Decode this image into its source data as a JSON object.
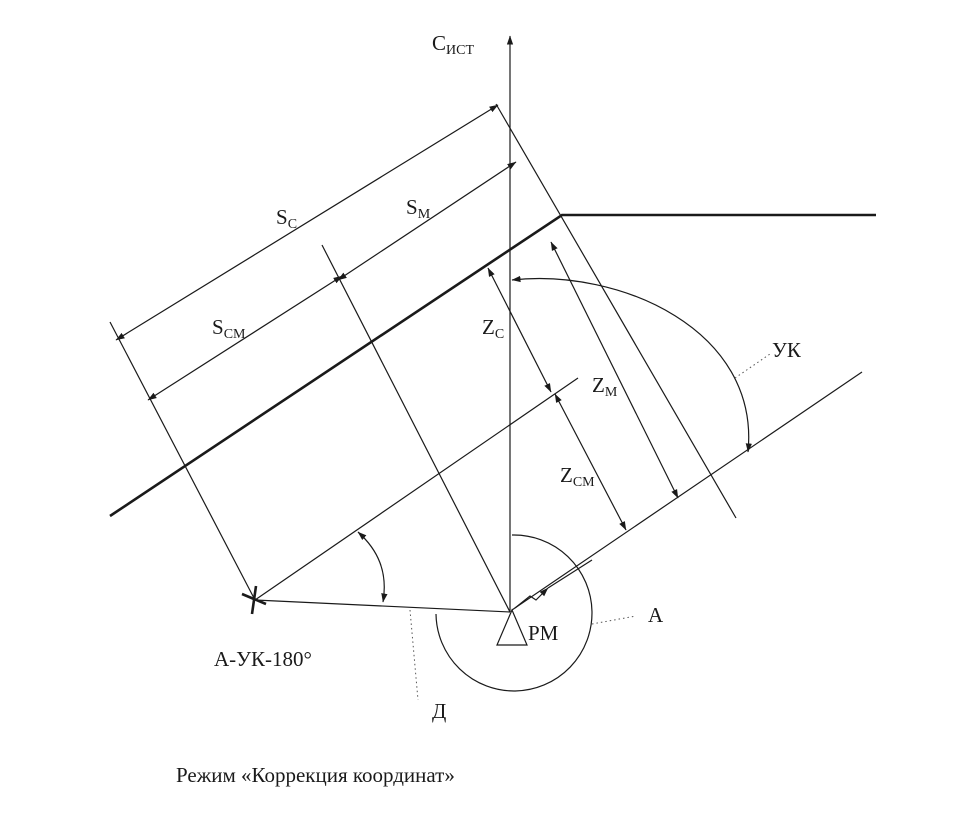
{
  "axis_label": {
    "main": "С",
    "sub": "ИСТ"
  },
  "dim_labels": {
    "sc": {
      "main": "S",
      "sub": "C"
    },
    "sm": {
      "main": "S",
      "sub": "M"
    },
    "scm": {
      "main": "S",
      "sub": "CM"
    },
    "zc": {
      "main": "Z",
      "sub": "C"
    },
    "zm": {
      "main": "Z",
      "sub": "M"
    },
    "zcm": {
      "main": "Z",
      "sub": "CM"
    }
  },
  "point_labels": {
    "uk": "УК",
    "a": "А",
    "d": "Д",
    "rm": "РМ",
    "target": "А-УК-180°"
  },
  "caption": "Режим «Коррекция координат»",
  "colors": {
    "ink": "#1a1a1a",
    "background": "#ffffff"
  }
}
